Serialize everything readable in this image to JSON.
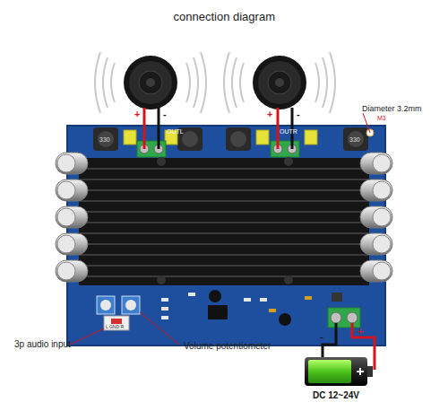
{
  "diagram": {
    "title": "connection diagram",
    "labels": [
      "+",
      "-",
      "+",
      "-",
      "Diameter 3.2mm",
      "M3",
      "OUTL",
      "OUTR",
      "330",
      "330",
      "L GND R",
      "3p audio input",
      "Volume potentiometer",
      "-",
      "+",
      "DC 12~24V"
    ]
  }
}
